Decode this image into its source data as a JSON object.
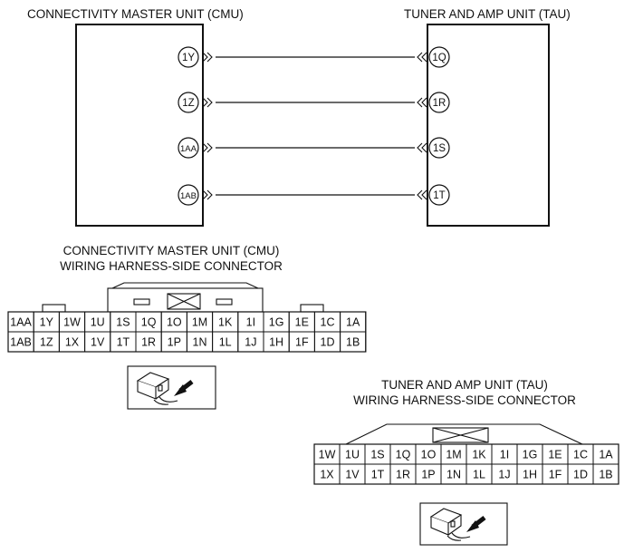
{
  "cmu": {
    "title": "CONNECTIVITY MASTER UNIT (CMU)",
    "pins": [
      "1Y",
      "1Z",
      "1AA",
      "1AB"
    ]
  },
  "tau": {
    "title": "TUNER AND AMP UNIT (TAU)",
    "pins": [
      "1Q",
      "1R",
      "1S",
      "1T"
    ]
  },
  "cmu_connector": {
    "title_line1": "CONNECTIVITY MASTER UNIT (CMU)",
    "title_line2": "WIRING HARNESS-SIDE CONNECTOR",
    "rows": [
      [
        "1AA",
        "1Y",
        "1W",
        "1U",
        "1S",
        "1Q",
        "1O",
        "1M",
        "1K",
        "1I",
        "1G",
        "1E",
        "1C",
        "1A"
      ],
      [
        "1AB",
        "1Z",
        "1X",
        "1V",
        "1T",
        "1R",
        "1P",
        "1N",
        "1L",
        "1J",
        "1H",
        "1F",
        "1D",
        "1B"
      ]
    ]
  },
  "tau_connector": {
    "title_line1": "TUNER AND AMP UNIT (TAU)",
    "title_line2": "WIRING HARNESS-SIDE CONNECTOR",
    "rows": [
      [
        "1W",
        "1U",
        "1S",
        "1Q",
        "1O",
        "1M",
        "1K",
        "1I",
        "1G",
        "1E",
        "1C",
        "1A"
      ],
      [
        "1X",
        "1V",
        "1T",
        "1R",
        "1P",
        "1N",
        "1L",
        "1J",
        "1H",
        "1F",
        "1D",
        "1B"
      ]
    ]
  },
  "icons": {
    "connector_view": "harness-connector-view-icon"
  }
}
